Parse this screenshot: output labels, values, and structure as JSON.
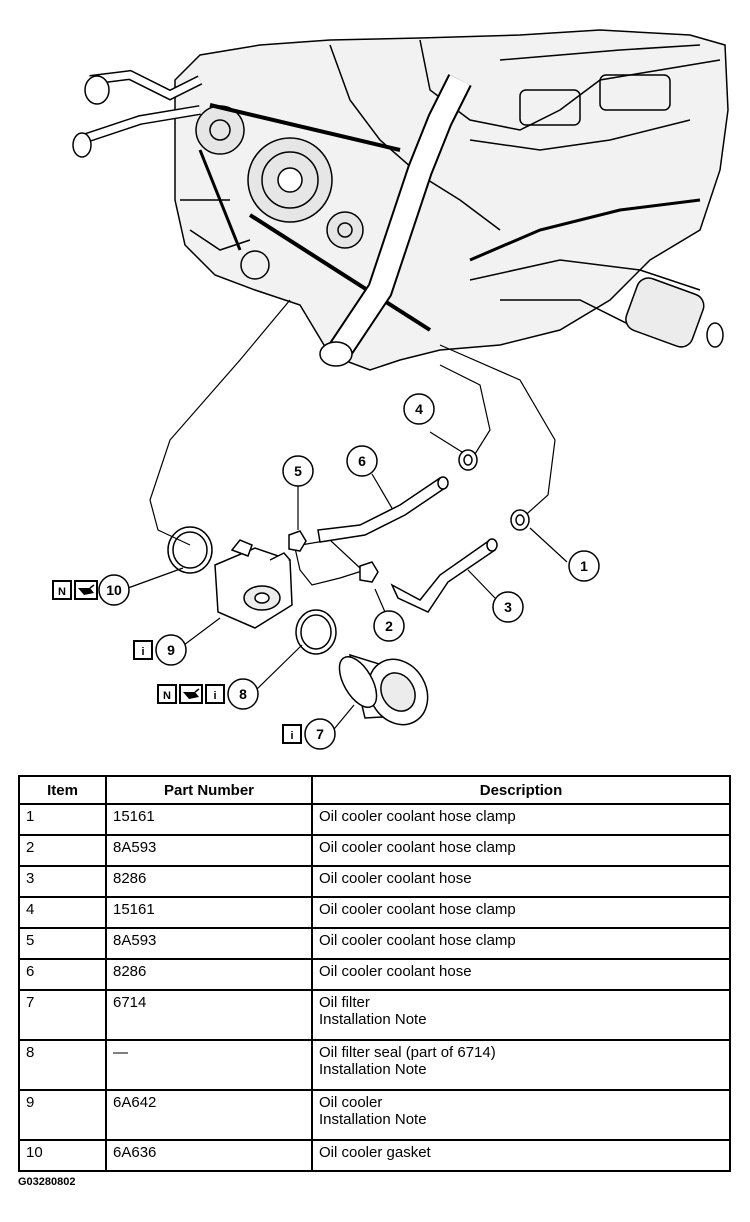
{
  "diagram": {
    "callouts": [
      {
        "num": "1",
        "symbols": []
      },
      {
        "num": "2",
        "symbols": []
      },
      {
        "num": "3",
        "symbols": []
      },
      {
        "num": "4",
        "symbols": []
      },
      {
        "num": "5",
        "symbols": []
      },
      {
        "num": "6",
        "symbols": []
      },
      {
        "num": "7",
        "symbols": [
          "info"
        ]
      },
      {
        "num": "8",
        "symbols": [
          "new",
          "lubricate",
          "info"
        ]
      },
      {
        "num": "9",
        "symbols": [
          "info"
        ]
      },
      {
        "num": "10",
        "symbols": [
          "new",
          "lubricate"
        ]
      }
    ],
    "symbol_glyphs": {
      "new": "N",
      "info": "i"
    }
  },
  "table": {
    "headers": {
      "item": "Item",
      "part_number": "Part Number",
      "description": "Description"
    },
    "rows": [
      {
        "item": "1",
        "part_number": "15161",
        "description": "Oil cooler coolant hose clamp",
        "note": ""
      },
      {
        "item": "2",
        "part_number": "8A593",
        "description": "Oil cooler coolant hose clamp",
        "note": ""
      },
      {
        "item": "3",
        "part_number": "8286",
        "description": "Oil cooler coolant hose",
        "note": ""
      },
      {
        "item": "4",
        "part_number": "15161",
        "description": "Oil cooler coolant hose clamp",
        "note": ""
      },
      {
        "item": "5",
        "part_number": "8A593",
        "description": "Oil cooler coolant hose clamp",
        "note": ""
      },
      {
        "item": "6",
        "part_number": "8286",
        "description": "Oil cooler coolant hose",
        "note": ""
      },
      {
        "item": "7",
        "part_number": "6714",
        "description": "Oil filter",
        "note": "Installation Note"
      },
      {
        "item": "8",
        "part_number": "—",
        "description": "Oil filter seal (part of 6714)",
        "note": "Installation Note"
      },
      {
        "item": "9",
        "part_number": "6A642",
        "description": "Oil cooler",
        "note": "Installation Note"
      },
      {
        "item": "10",
        "part_number": "6A636",
        "description": "Oil cooler gasket",
        "note": ""
      }
    ]
  },
  "figure_id": "G03280802"
}
